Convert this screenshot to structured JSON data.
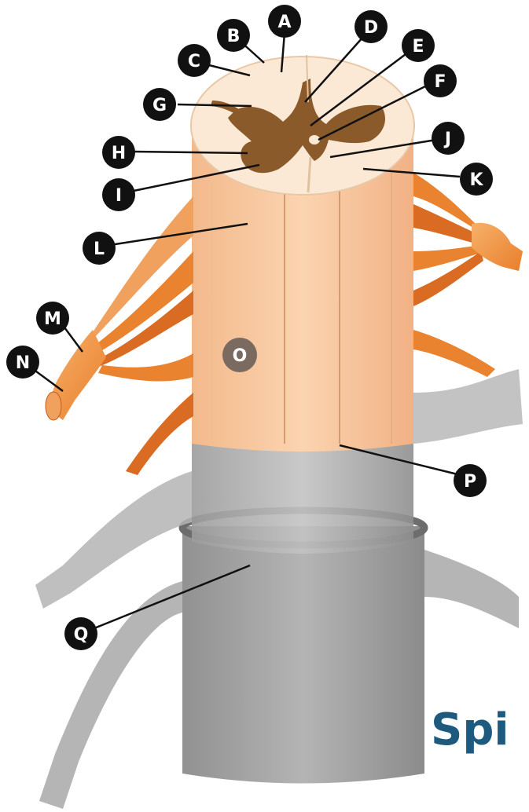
{
  "diagram": {
    "title_fragment": "Spi",
    "colors": {
      "white_matter": "#f6d9bb",
      "white_matter_face": "#fbe9d6",
      "grey_matter": "#8b5a2b",
      "cord_column": "#f7c9a2",
      "nerve_root": "#e9832f",
      "nerve_root_dark": "#c65a1a",
      "ganglion": "#f39a4a",
      "meninges_grey": "#9a9a9a",
      "meninges_dark": "#6d6d6d",
      "label_bg": "#111111",
      "label_text": "#ffffff",
      "title": "#1d5a7e"
    },
    "labels": [
      "A",
      "B",
      "C",
      "D",
      "E",
      "F",
      "G",
      "H",
      "I",
      "J",
      "K",
      "L",
      "M",
      "N",
      "O",
      "P",
      "Q"
    ]
  }
}
